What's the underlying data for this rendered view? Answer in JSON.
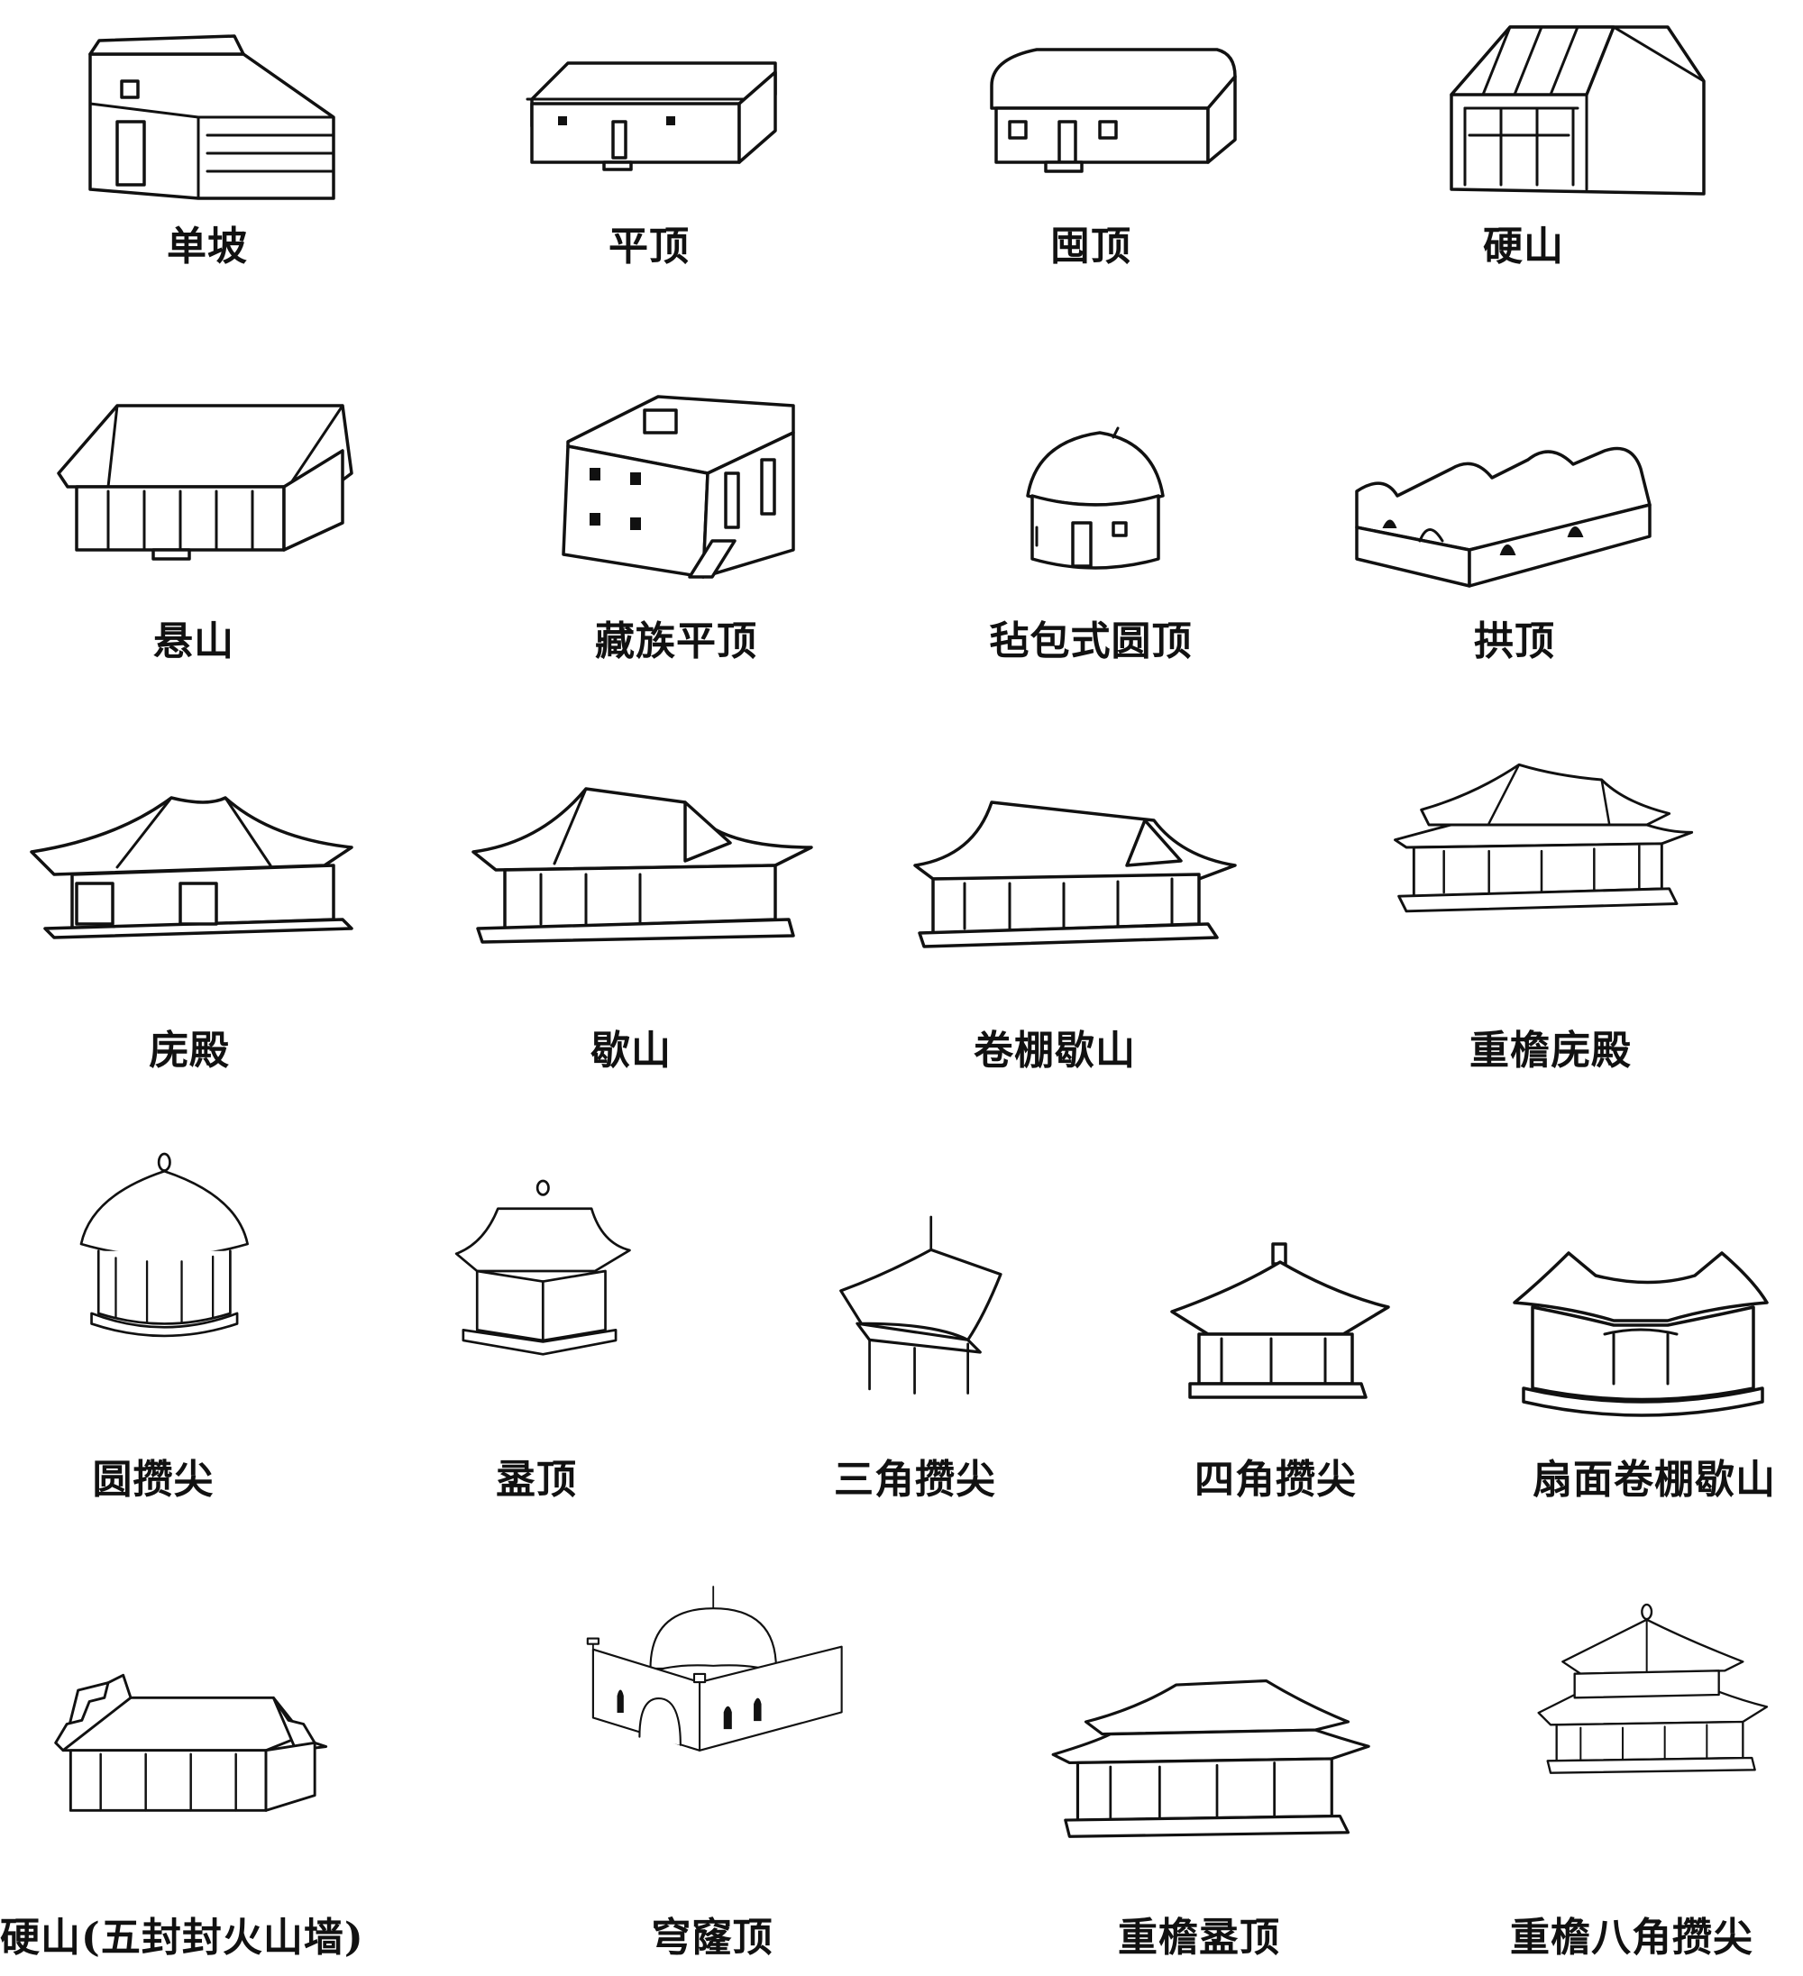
{
  "roof_types": [
    {
      "id": "dan-po",
      "label": "单坡"
    },
    {
      "id": "ping-ding",
      "label": "平顶"
    },
    {
      "id": "jiong-ding",
      "label": "囤顶"
    },
    {
      "id": "ying-shan",
      "label": "硬山"
    },
    {
      "id": "xuan-shan",
      "label": "悬山"
    },
    {
      "id": "zang-zu-ping-ding",
      "label": "藏族平顶"
    },
    {
      "id": "zhan-bao-yuan-ding",
      "label": "毡包式圆顶"
    },
    {
      "id": "gong-ding",
      "label": "拱顶"
    },
    {
      "id": "wu-dian",
      "label": "庑殿"
    },
    {
      "id": "xie-shan",
      "label": "歇山"
    },
    {
      "id": "juan-peng-xie-shan",
      "label": "卷棚歇山"
    },
    {
      "id": "chong-yan-wu-dian",
      "label": "重檐庑殿"
    },
    {
      "id": "yuan-cuan-jian",
      "label": "圆攒尖"
    },
    {
      "id": "lu-ding",
      "label": "盝顶"
    },
    {
      "id": "san-jiao-cuan-jian",
      "label": "三角攒尖"
    },
    {
      "id": "si-jiao-cuan-jian",
      "label": "四角攒尖"
    },
    {
      "id": "shan-mian-juan-peng-xie-shan",
      "label": "扇面卷棚歇山"
    },
    {
      "id": "ying-shan-feng-huo",
      "label": "硬山(五封封火山墙)"
    },
    {
      "id": "qiong-lu-ding",
      "label": "穹窿顶"
    },
    {
      "id": "chong-yan-lu-ding",
      "label": "重檐盝顶"
    },
    {
      "id": "chong-yan-ba-jiao-cuan-jian",
      "label": "重檐八角攒尖"
    }
  ]
}
